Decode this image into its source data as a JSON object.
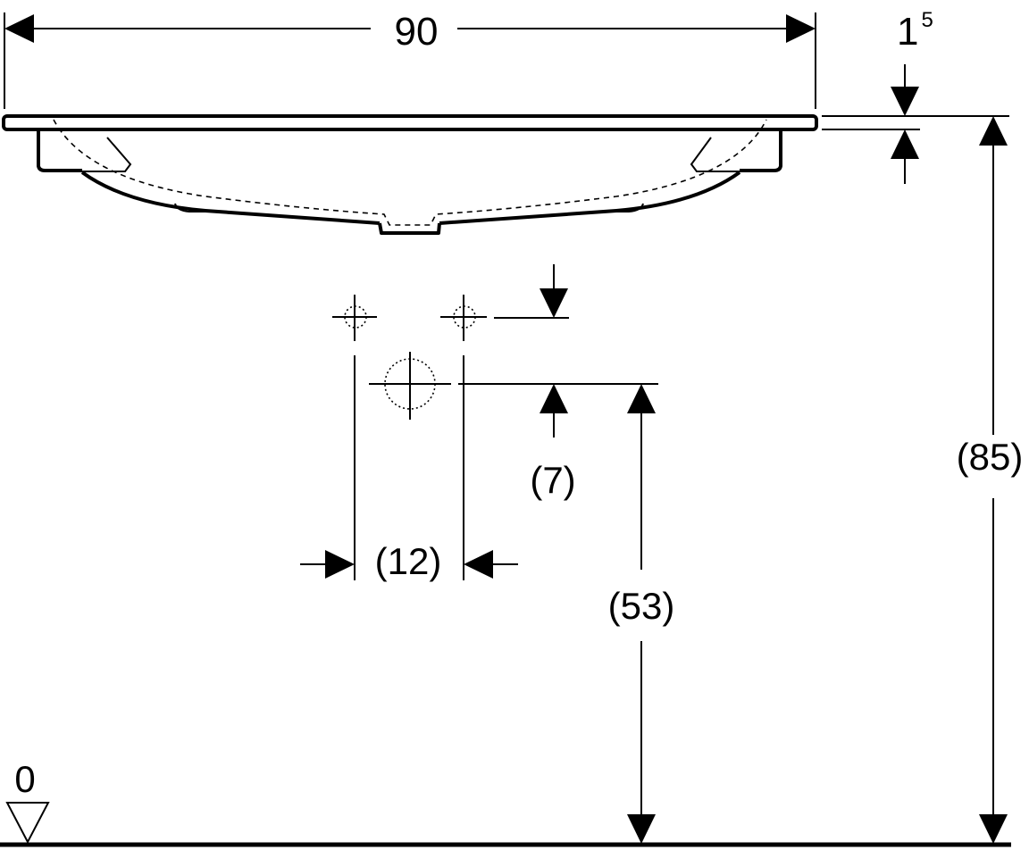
{
  "dimensions": {
    "width": "90",
    "rim_thickness_base": "1",
    "rim_thickness_sup": "5",
    "tap_hole_offset": "(7)",
    "tap_hole_spacing": "(12)",
    "drain_height": "(53)",
    "total_height": "(85)",
    "floor_level": "0"
  },
  "colors": {
    "line": "#000000",
    "background": "#ffffff"
  }
}
